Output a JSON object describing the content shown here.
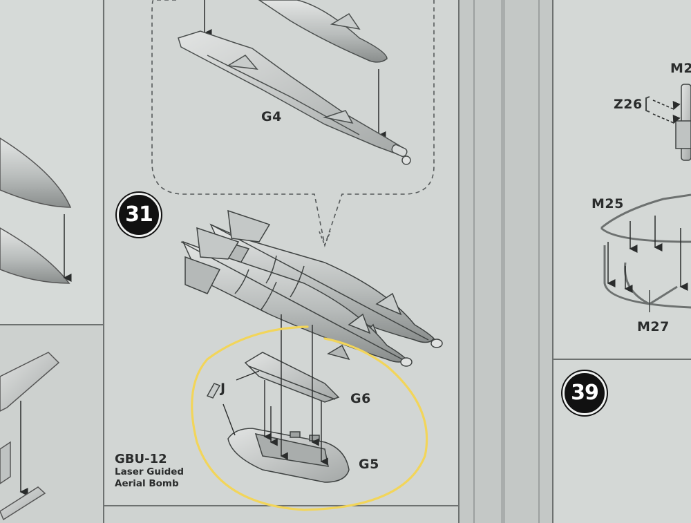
{
  "steps": {
    "step_31": "31",
    "step_39": "39"
  },
  "parts": {
    "g4": "G4",
    "g5": "G5",
    "g6": "G6",
    "j": "J",
    "z26": "Z26",
    "m2": "M2",
    "m25": "M25",
    "m27": "M27"
  },
  "caption": {
    "title": "GBU-12",
    "line1": "Laser Guided",
    "line2": "Aerial Bomb"
  },
  "colors": {
    "paper": "#cfd3d1",
    "ink": "#2a2c2c",
    "highlight": "#f2d55a"
  }
}
